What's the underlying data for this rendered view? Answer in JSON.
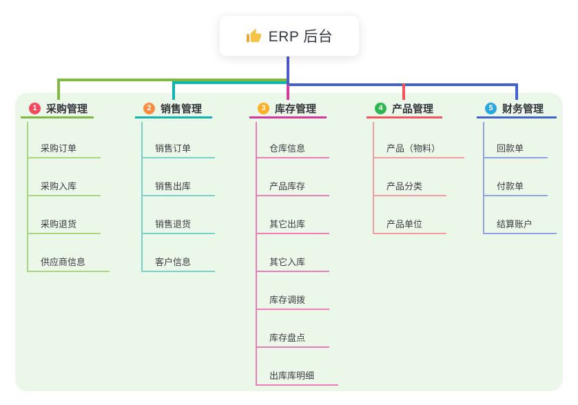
{
  "root": {
    "icon": "thumbs-up",
    "label": "ERP 后台",
    "line_color": "#4d5ac9"
  },
  "panel_bg": "#ebf7e8",
  "branches": [
    {
      "num": "1",
      "label": "采购管理",
      "badge_color": "#f5495f",
      "line_color": "#7eba41",
      "child_line_color": "#a9d47e",
      "children": [
        "采购订单",
        "采购入库",
        "采购退货",
        "供应商信息"
      ]
    },
    {
      "num": "2",
      "label": "销售管理",
      "badge_color": "#fa8c44",
      "line_color": "#12b4ae",
      "child_line_color": "#74d1ca",
      "children": [
        "销售订单",
        "销售出库",
        "销售退货",
        "客户信息"
      ]
    },
    {
      "num": "3",
      "label": "库存管理",
      "badge_color": "#ffaf24",
      "line_color": "#d6379e",
      "child_line_color": "#ee7ab8",
      "children": [
        "仓库信息",
        "产品库存",
        "其它出库",
        "其它入库",
        "库存调拨",
        "库存盘点",
        "出库库明细"
      ]
    },
    {
      "num": "4",
      "label": "产品管理",
      "badge_color": "#30b64f",
      "line_color": "#f5525e",
      "child_line_color": "#f79ba1",
      "children": [
        "产品（物料）",
        "产品分类",
        "产品单位"
      ]
    },
    {
      "num": "5",
      "label": "财务管理",
      "badge_color": "#2ba7e0",
      "line_color": "#4161cd",
      "child_line_color": "#8fa0e4",
      "children": [
        "回款单",
        "付款单",
        "结算账户"
      ]
    }
  ]
}
